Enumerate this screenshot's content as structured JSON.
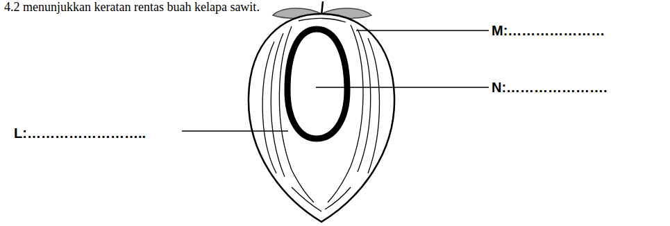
{
  "diagram": {
    "labels": [
      "4.2  menunjukkan keratan rentas buah kelapa sawit.",
      "M:…………………",
      "L:……………………..",
      "N:…………………."
    ]
  }
}
